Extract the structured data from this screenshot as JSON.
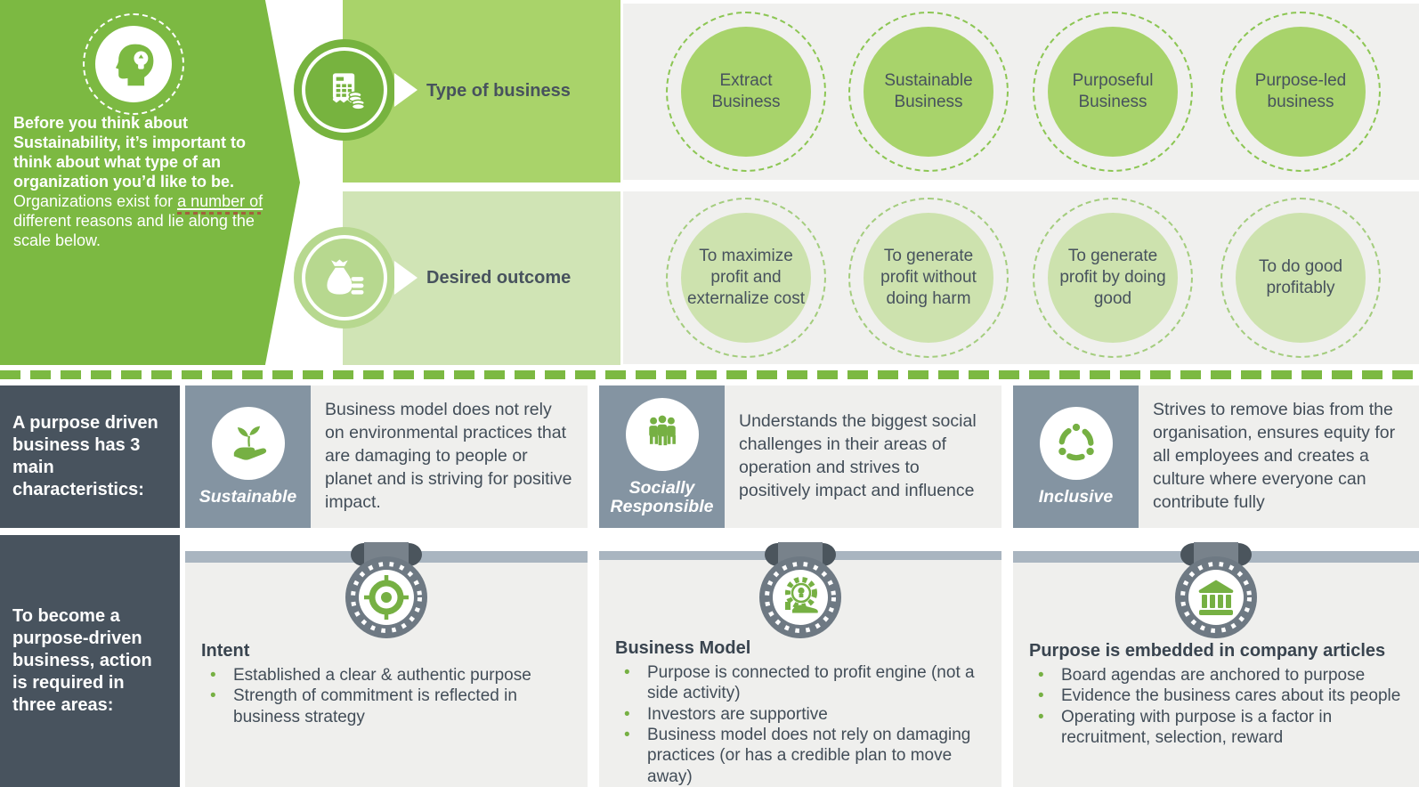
{
  "colors": {
    "green": "#7cb942",
    "green_dark": "#77b33f",
    "band_green": "#a9d36a",
    "band_pale": "#d0e4b5",
    "panel_gray": "#efefed",
    "slate": "#48535e",
    "blue_gray": "#8494a2",
    "text": "#47525d",
    "medal_gray": "#6e7983",
    "bar_gray": "#a9b5c0"
  },
  "intro": {
    "icon": "head-lightbulb-icon",
    "bold_text": "Before you think about Sustainability, it’s important to think about what type of an organization you’d like to be.",
    "normal_prefix": " Organizations exist for ",
    "underlined": "a number of",
    "normal_suffix": " different reasons and lie along the scale below."
  },
  "scale": {
    "rows": [
      {
        "label": "Type of business",
        "icon": "receipt-coins-icon",
        "circles": [
          "Extract Business",
          "Sustainable Business",
          "Purposeful Business",
          "Purpose-led business"
        ]
      },
      {
        "label": "Desired outcome",
        "icon": "money-bag-icon",
        "circles": [
          "To maximize profit and externalize cost",
          "To generate profit without doing harm",
          "To generate profit by doing good",
          "To do good profitably"
        ]
      }
    ]
  },
  "characteristics": {
    "header": "A purpose driven business has 3 main characteristics:",
    "items": [
      {
        "label": "Sustainable",
        "icon": "plant-in-hand-icon",
        "text": "Business model does not rely on environmental practices that are damaging to people or planet and is striving for positive impact."
      },
      {
        "label": "Socially Responsible",
        "icon": "people-group-icon",
        "text": "Understands the biggest social challenges in their areas of operation and strives to positively impact and influence"
      },
      {
        "label": "Inclusive",
        "icon": "inclusive-cycle-icon",
        "text": "Strives to remove bias from the organisation, ensures equity for all employees and creates a culture where everyone can contribute fully"
      }
    ]
  },
  "actions": {
    "header": "To become a purpose-driven business, action is required in three areas:",
    "items": [
      {
        "title": "Intent",
        "icon": "target-medal-icon",
        "bullets": [
          "Established a clear & authentic purpose",
          "Strength of commitment is reflected in business strategy"
        ]
      },
      {
        "title": "Business Model",
        "icon": "gear-hand-medal-icon",
        "bullets": [
          "Purpose is connected to profit engine (not a side activity)",
          "Investors are supportive",
          "Business model does not rely on damaging practices (or has a credible plan to move away)"
        ]
      },
      {
        "title": "Purpose is embedded in company articles",
        "icon": "bank-medal-icon",
        "bullets": [
          "Board agendas are anchored to purpose",
          "Evidence the business cares about its people",
          "Operating with purpose is a factor in recruitment, selection, reward"
        ]
      }
    ]
  }
}
